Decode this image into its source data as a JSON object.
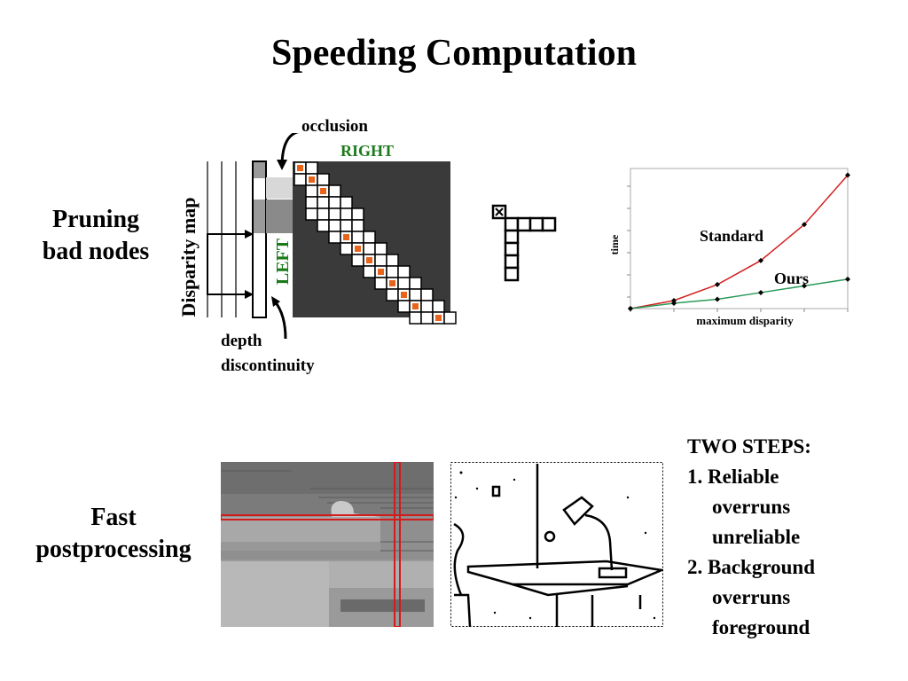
{
  "slide": {
    "title": "Speeding Computation",
    "row1_label_line1": "Pruning",
    "row1_label_line2": "bad nodes",
    "row2_label_line1": "Fast",
    "row2_label_line2": "postprocessing"
  },
  "disparity_diagram": {
    "occlusion_label": "occlusion",
    "right_label": "RIGHT",
    "left_label": "LEFT",
    "axis_label": "Disparity map",
    "depth_label_line1": "depth",
    "depth_label_line2": "discontinuity",
    "colors": {
      "dark": "#3a3a3a",
      "highlight": "#e8641b",
      "green": "#1a7a1a"
    }
  },
  "chart_data": {
    "type": "line",
    "xlabel": "maximum disparity",
    "ylabel": "time",
    "x": [
      0,
      1,
      2,
      3,
      4,
      5
    ],
    "series": [
      {
        "name": "Standard",
        "values": [
          0,
          0.06,
          0.18,
          0.36,
          0.63,
          1.0
        ],
        "color": "#d42020"
      },
      {
        "name": "Ours",
        "values": [
          0,
          0.04,
          0.07,
          0.12,
          0.17,
          0.22
        ],
        "color": "#2a9a5a"
      }
    ],
    "ylim": [
      0,
      1.05
    ],
    "grid": false,
    "legend": "inline labels"
  },
  "steps": {
    "heading": "TWO STEPS:",
    "item1_line1": "1. Reliable",
    "item1_line2": "overruns",
    "item1_line3": "unreliable",
    "item2_line1": "2. Background",
    "item2_line2": "overruns",
    "item2_line3": "foreground"
  }
}
